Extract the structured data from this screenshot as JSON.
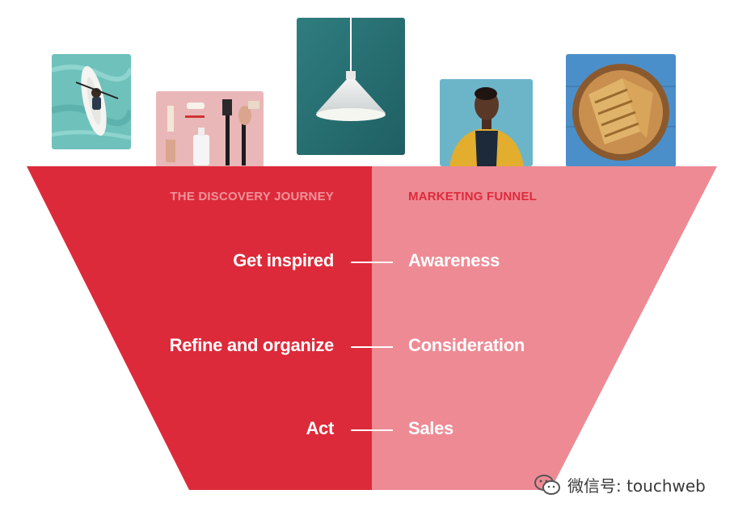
{
  "diagram": {
    "left_heading": "THE DISCOVERY JOURNEY",
    "right_heading": "MARKETING FUNNEL",
    "rows": [
      {
        "journey": "Get inspired",
        "funnel": "Awareness"
      },
      {
        "journey": "Refine and organize",
        "funnel": "Consideration"
      },
      {
        "journey": "Act",
        "funnel": "Sales"
      }
    ]
  },
  "photos": [
    "paddleboard-photo",
    "beauty-products-photo",
    "pendant-lamp-photo",
    "woman-portrait-photo",
    "sandwich-photo"
  ],
  "watermark": {
    "text": "微信号: touchweb",
    "logo": "wechat-icon"
  },
  "colors": {
    "left_panel": "#dd2a3a",
    "right_panel": "#ee8a94",
    "left_heading": "#f0939b",
    "right_heading": "#dd2a3a",
    "background": "#ffffff"
  }
}
